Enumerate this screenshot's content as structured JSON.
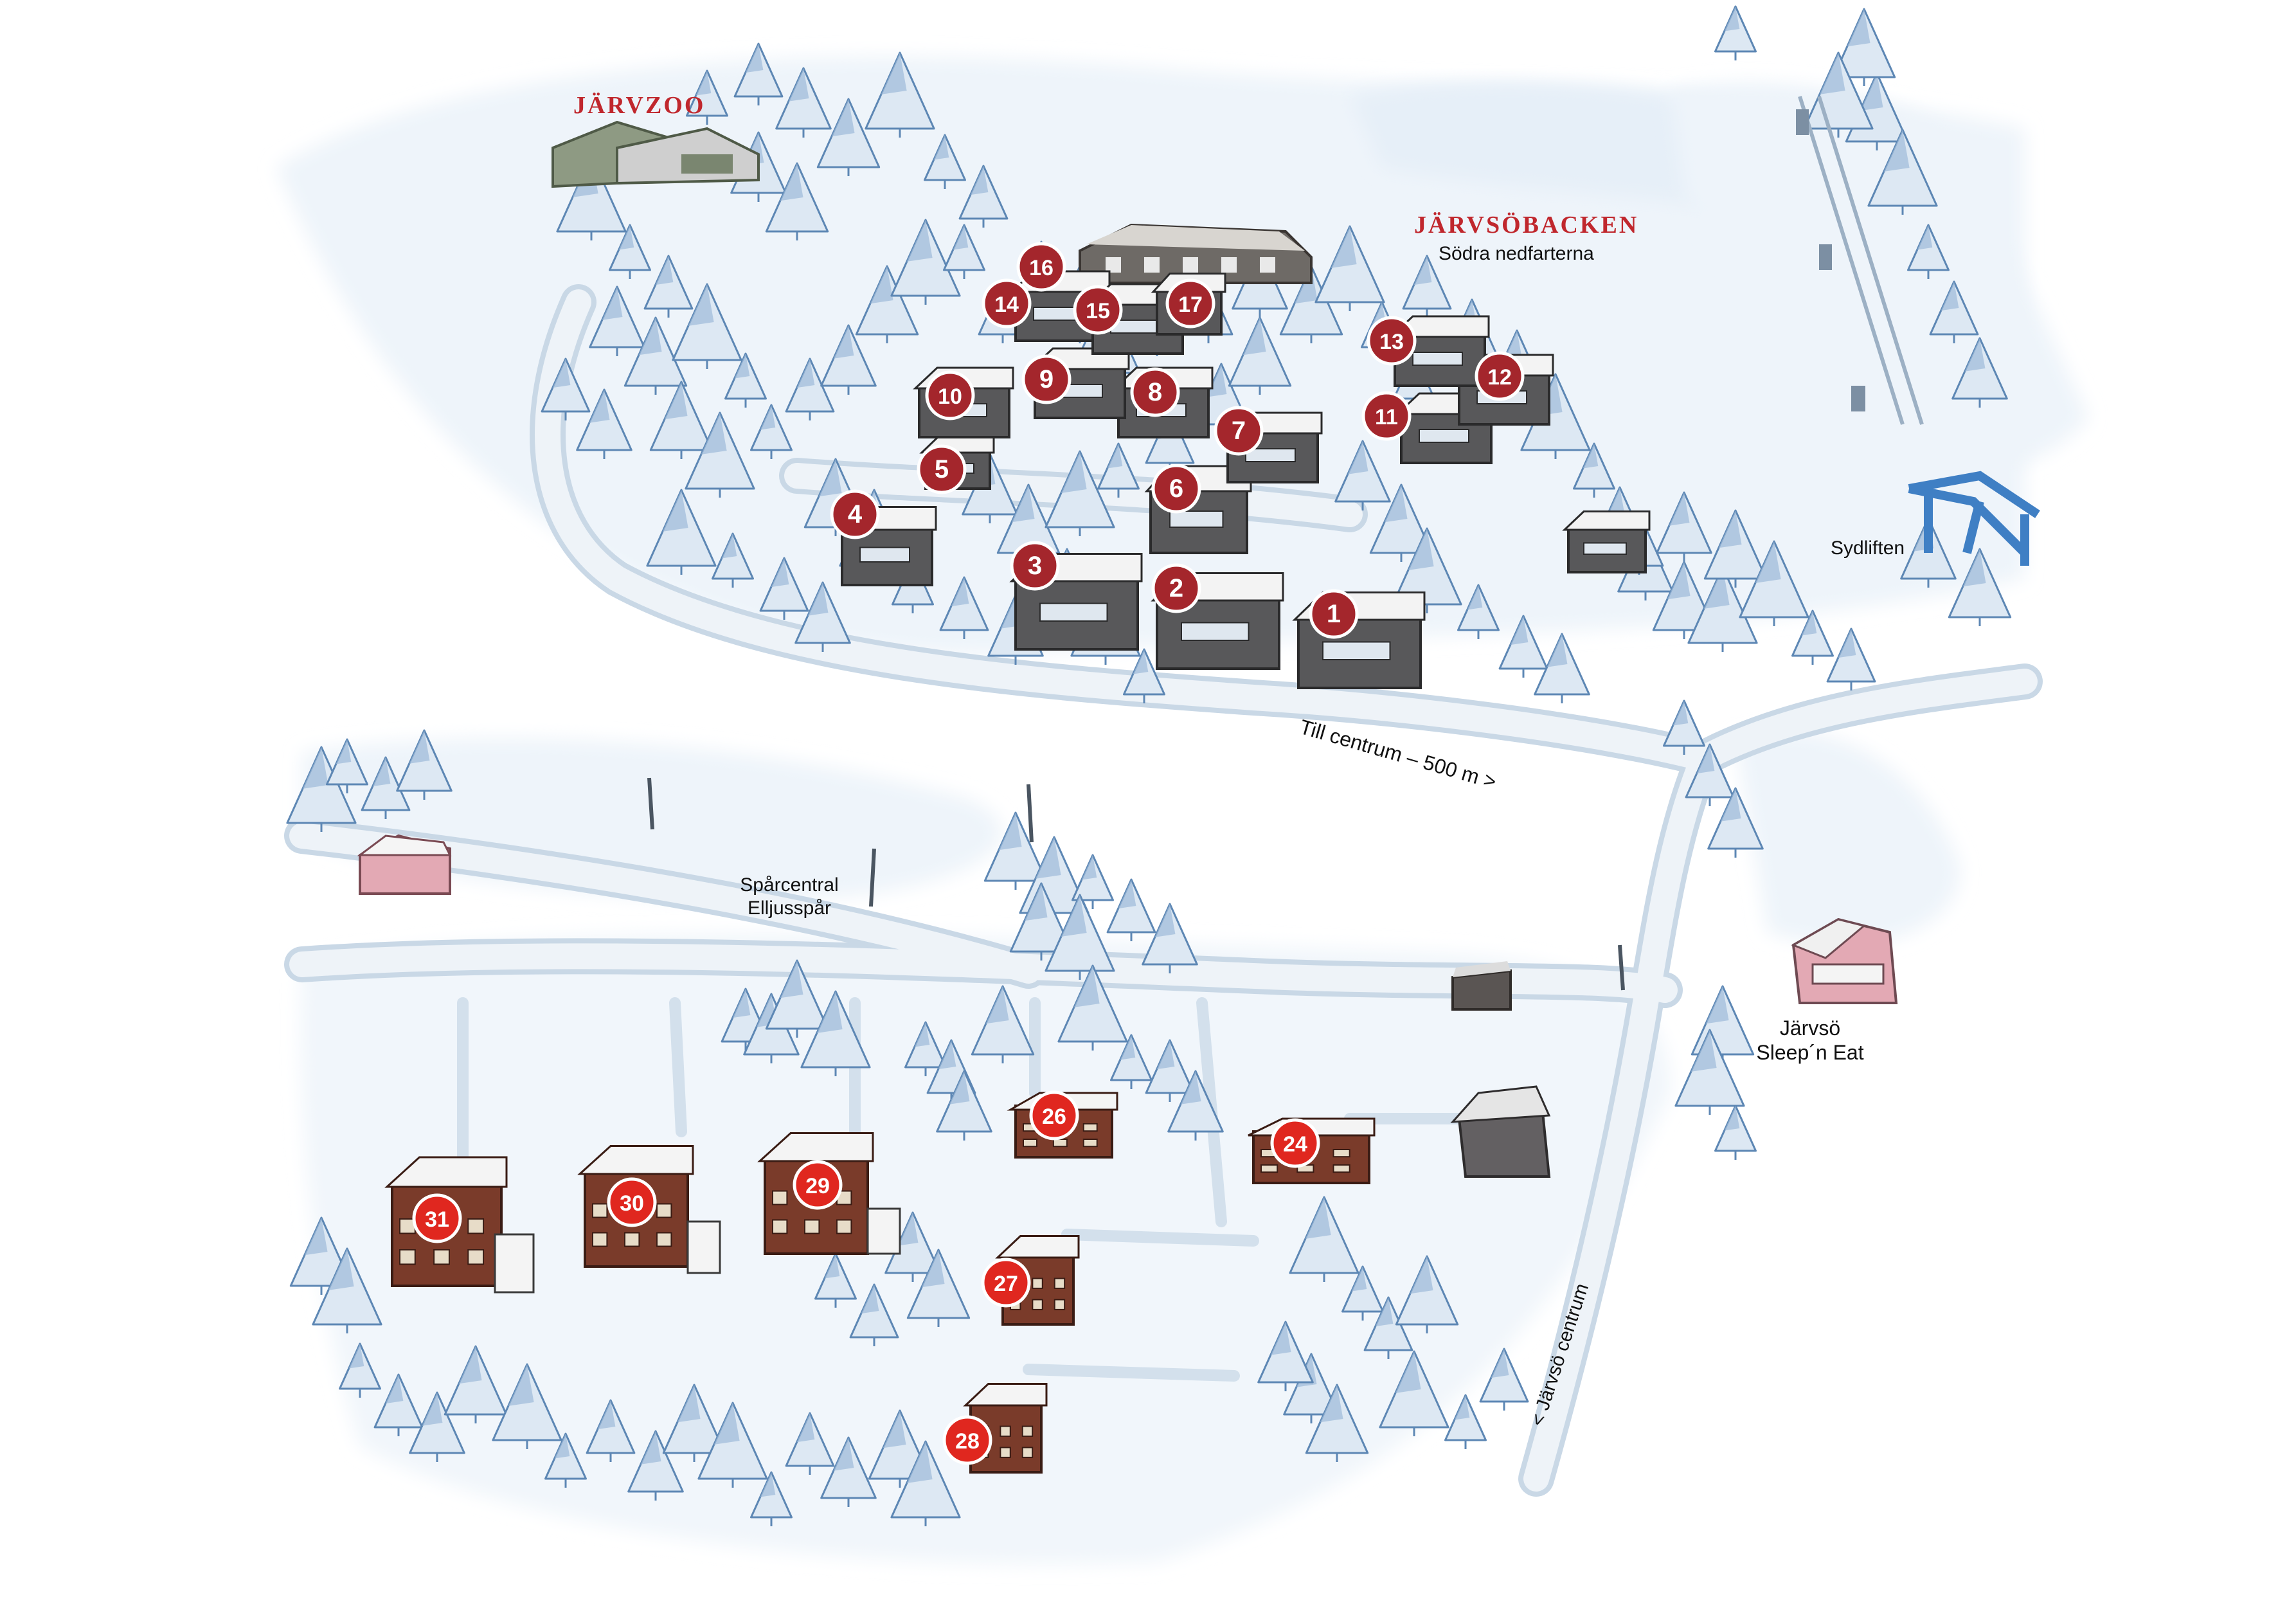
{
  "map": {
    "labels": {
      "jarvzoo": "JÄRVZOO",
      "jarvsobacken": "JÄRVSÖBACKEN",
      "sodra_nedfarterna": "Södra nedfarterna",
      "sydliften": "Sydliften",
      "till_centrum": "Till centrum – 500 m >",
      "sparcentral": "Spårcentral",
      "elljusspar": "Elljusspår",
      "jarvso": "Järvsö",
      "sleep_n_eat": "Sleep´n Eat",
      "jarvso_centrum": "< Järvsö centrum"
    },
    "colors": {
      "marker_dark": "#a4262c",
      "marker_bright": "#e0271f",
      "label_red": "#c0272d",
      "snow_shadow": "#cfe3f3",
      "tree_blue": "#5d87b4",
      "road": "#e6eef6",
      "cabin_gray": "#58585a",
      "house_brown": "#7a3b2a",
      "lift_blue": "#3f7fc4",
      "sleep_n_eat_pink": "#e3a9b4"
    },
    "markers": [
      {
        "number": "1",
        "style": "dark"
      },
      {
        "number": "2",
        "style": "dark"
      },
      {
        "number": "3",
        "style": "dark"
      },
      {
        "number": "4",
        "style": "dark"
      },
      {
        "number": "5",
        "style": "dark"
      },
      {
        "number": "6",
        "style": "dark"
      },
      {
        "number": "7",
        "style": "dark"
      },
      {
        "number": "8",
        "style": "dark"
      },
      {
        "number": "9",
        "style": "dark"
      },
      {
        "number": "10",
        "style": "dark"
      },
      {
        "number": "11",
        "style": "dark"
      },
      {
        "number": "12",
        "style": "dark"
      },
      {
        "number": "13",
        "style": "dark"
      },
      {
        "number": "14",
        "style": "dark"
      },
      {
        "number": "15",
        "style": "dark"
      },
      {
        "number": "16",
        "style": "dark"
      },
      {
        "number": "17",
        "style": "dark"
      },
      {
        "number": "24",
        "style": "bright"
      },
      {
        "number": "26",
        "style": "bright"
      },
      {
        "number": "27",
        "style": "bright"
      },
      {
        "number": "28",
        "style": "bright"
      },
      {
        "number": "29",
        "style": "bright"
      },
      {
        "number": "30",
        "style": "bright"
      },
      {
        "number": "31",
        "style": "bright"
      }
    ]
  }
}
